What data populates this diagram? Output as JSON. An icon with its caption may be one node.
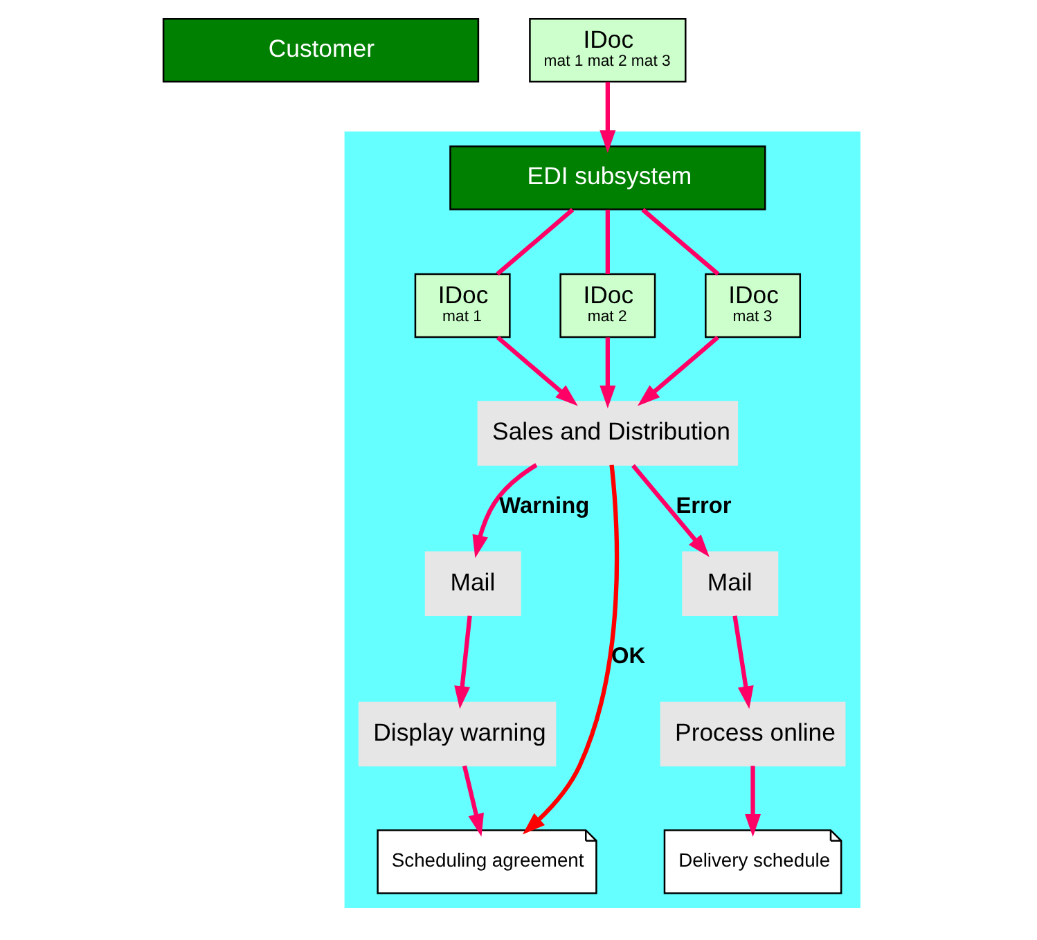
{
  "diagram": {
    "nodes": [
      {
        "text": [
          "Customer"
        ]
      },
      {
        "text": [
          "IDoc",
          "mat 1 mat 2 mat 3"
        ]
      },
      {
        "text": [],
        "shape": "box"
      },
      {
        "text": [
          "EDI subsystem"
        ],
        "in": 2
      },
      {
        "text": [
          "IDoc",
          "mat 1"
        ],
        "in": 2
      },
      {
        "text": [
          "IDoc",
          "mat 2"
        ],
        "in": 2
      },
      {
        "text": [
          "IDoc",
          "mat 3"
        ],
        "in": 2
      },
      {
        "text": [
          "Sales and Distribution"
        ],
        "in": 2
      },
      {
        "text": [
          "Mail"
        ],
        "in": 2
      },
      {
        "text": [
          "Display warning"
        ],
        "in": 2
      },
      {
        "text": [
          "Scheduling agreement"
        ],
        "in": 2
      },
      {
        "text": [
          "Delivery schedule"
        ],
        "in": 2
      },
      {
        "text": [
          "Mail"
        ],
        "in": 2
      },
      {
        "text": [
          "Process online"
        ],
        "in": 2
      }
    ],
    "edges": [
      {
        "from": 1,
        "to": 3,
        "arrow": "to"
      },
      {
        "from": 3,
        "to": 4,
        "arrow": "none"
      },
      {
        "from": 3,
        "to": 5,
        "arrow": "none"
      },
      {
        "from": 3,
        "to": 6,
        "arrow": "none"
      },
      {
        "from": 4,
        "to": 7,
        "arrow": "to"
      },
      {
        "from": 5,
        "to": 7,
        "arrow": "to"
      },
      {
        "from": 6,
        "to": 7,
        "arrow": "to"
      },
      {
        "from": 7,
        "to": 8,
        "arrow": "to",
        "label": "Warning"
      },
      {
        "from": 7,
        "to": 10,
        "arrow": "to",
        "label": "OK",
        "color": "#ff0000"
      },
      {
        "from": 7,
        "to": 12,
        "arrow": "to",
        "label": "Error"
      },
      {
        "from": 8,
        "to": 9,
        "arrow": "to"
      },
      {
        "from": 12,
        "to": 13,
        "arrow": "to"
      },
      {
        "from": 9,
        "to": 10,
        "arrow": "to"
      },
      {
        "from": 13,
        "to": 11,
        "arrow": "to"
      }
    ]
  }
}
